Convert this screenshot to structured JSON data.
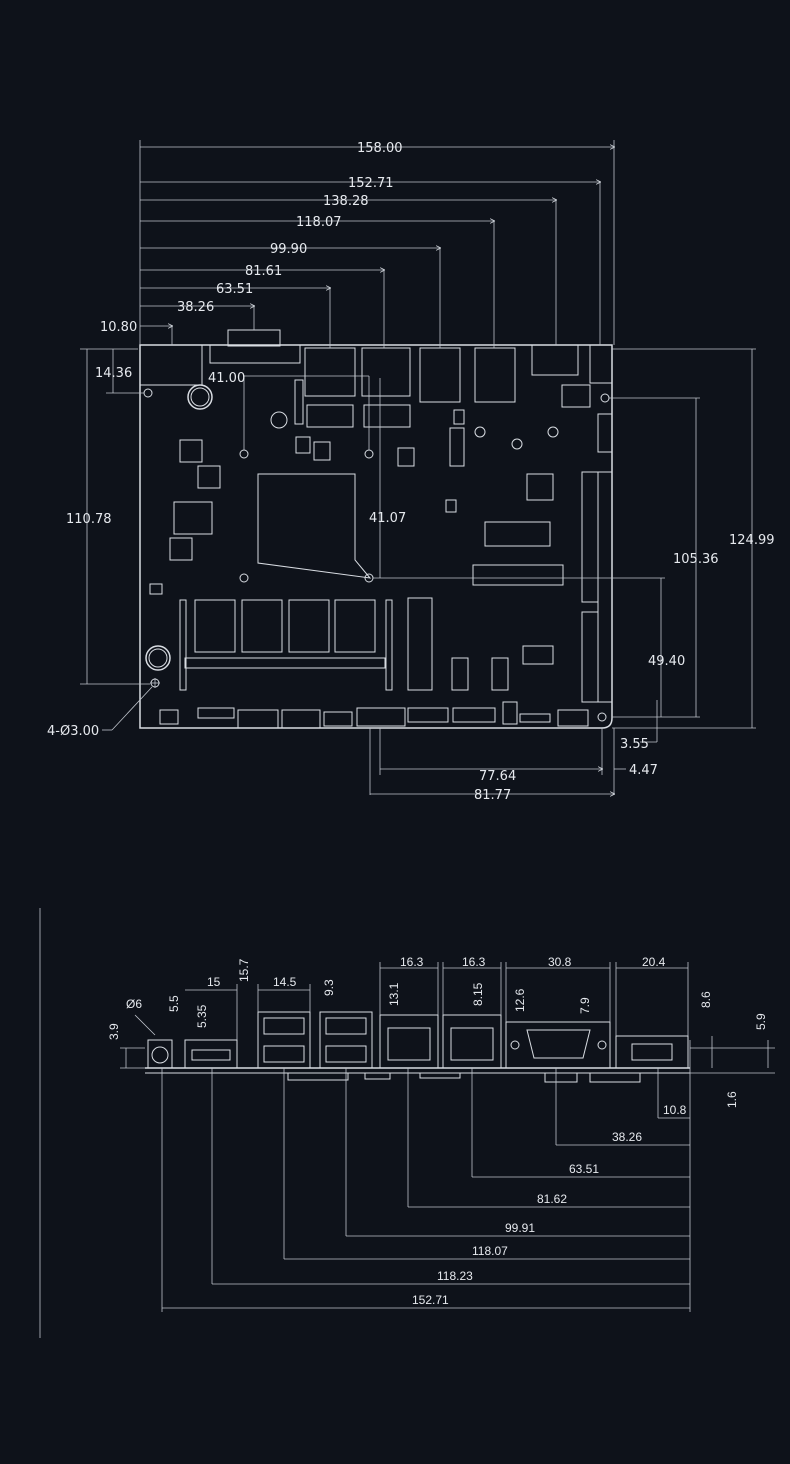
{
  "top_view": {
    "horizontal_dims": [
      "158.00",
      "152.71",
      "138.28",
      "118.07",
      "99.90",
      "81.61",
      "63.51",
      "38.26",
      "10.80"
    ],
    "left_vertical_dims": [
      "14.36",
      "110.78"
    ],
    "right_vertical_dims": [
      "124.99",
      "105.36",
      "49.40"
    ],
    "interior_dims": [
      "41.00",
      "41.07"
    ],
    "hole_label": "4-Ø3.00",
    "bottom_dims": [
      "3.55",
      "77.64",
      "4.47",
      "81.77"
    ]
  },
  "side_view": {
    "top_dims": [
      "16.3",
      "16.3",
      "30.8",
      "20.4",
      "15",
      "14.5"
    ],
    "vertical_dims": [
      "15.7",
      "5.5",
      "5.35",
      "9.3",
      "13.1",
      "8.15",
      "12.6",
      "7.9",
      "8.6",
      "5.9",
      "3.9",
      "1.6"
    ],
    "diameter_label": "Ø6",
    "baseline_dims": [
      "10.8",
      "38.26",
      "63.51",
      "81.62",
      "99.91",
      "118.07",
      "118.23",
      "152.71"
    ]
  }
}
